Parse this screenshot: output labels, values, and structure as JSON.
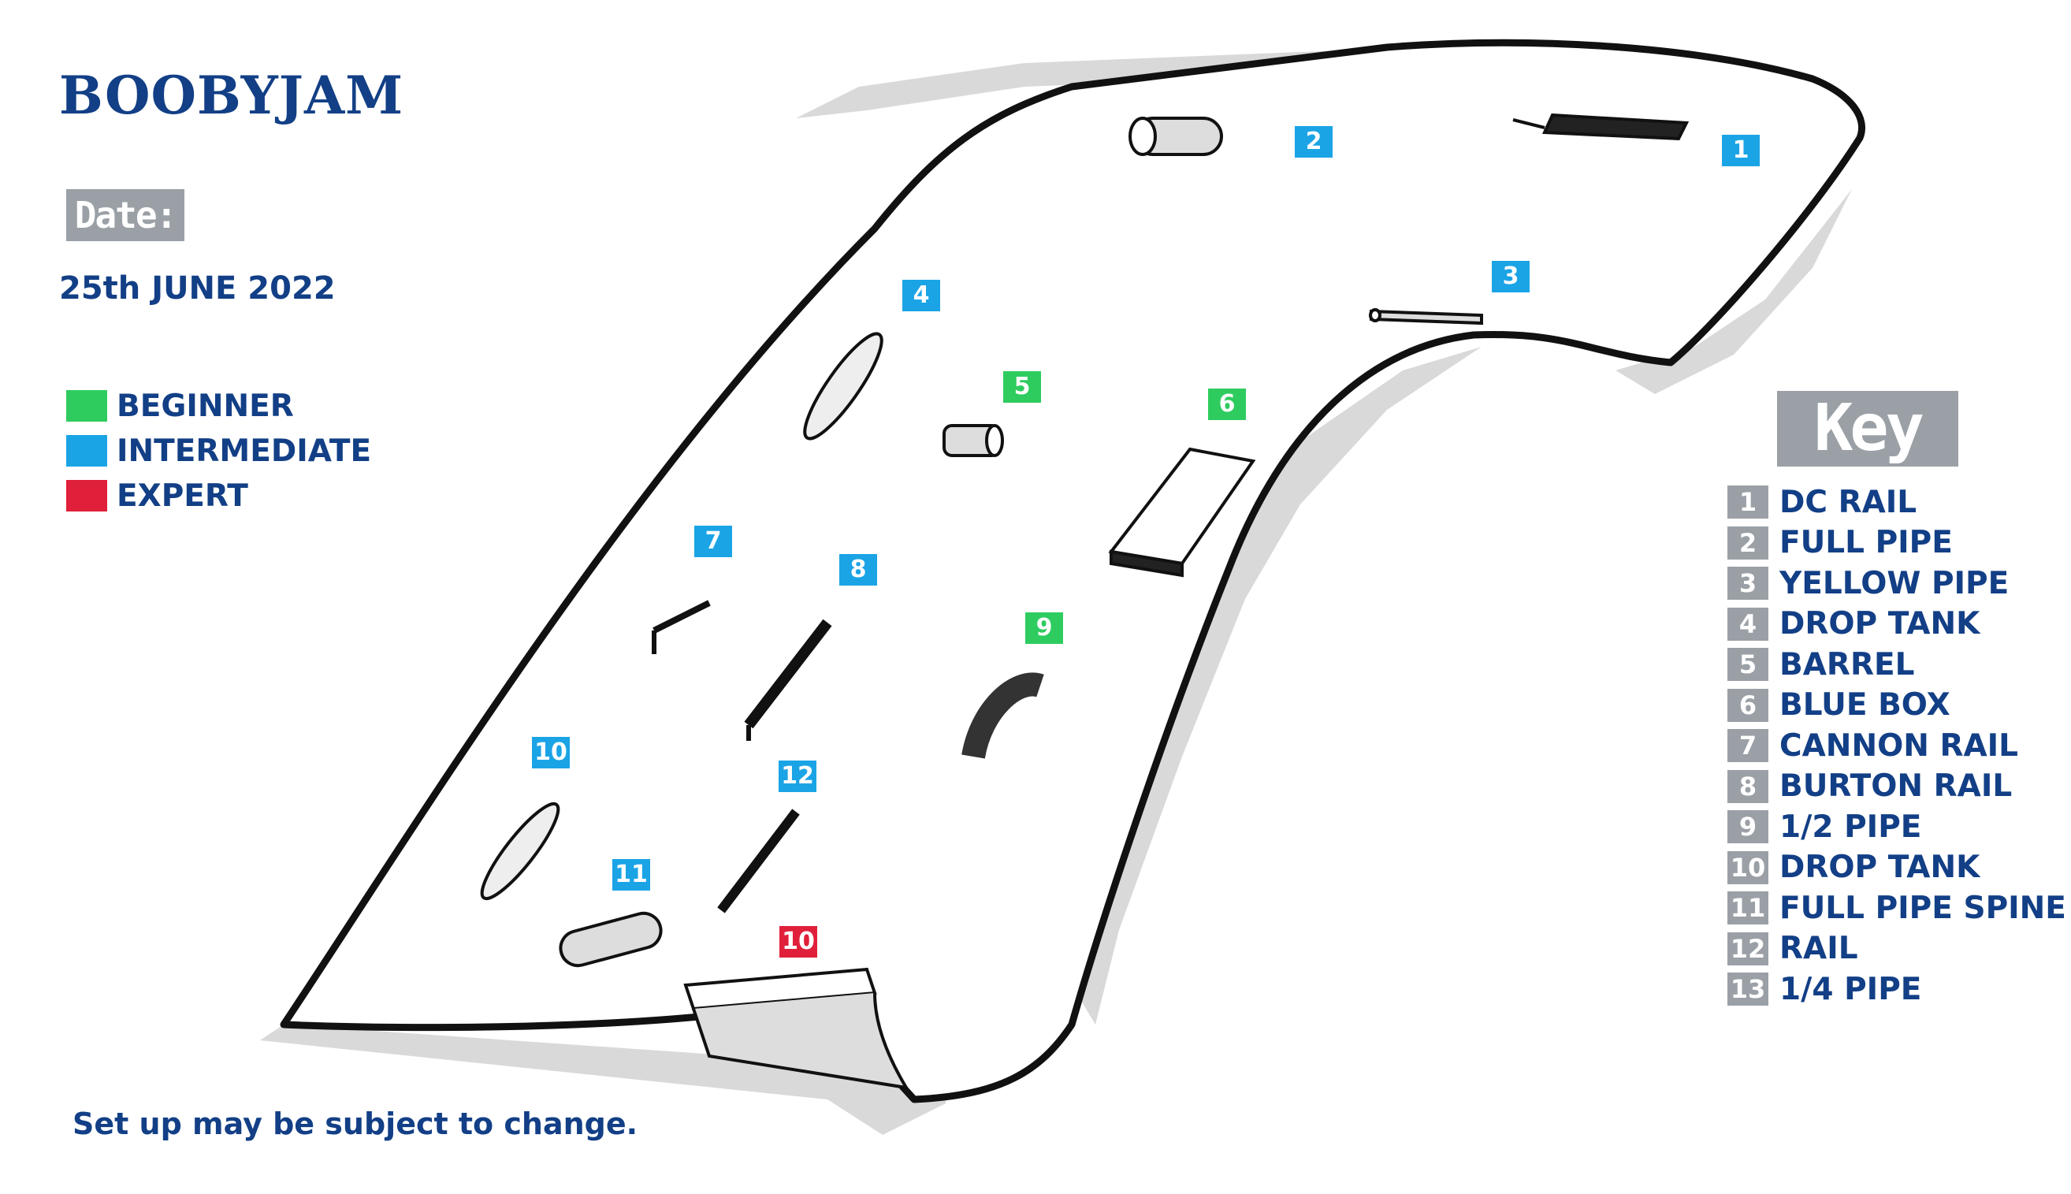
{
  "title": "BOOBYJAM",
  "date": {
    "label": "Date:",
    "value": "25th JUNE 2022"
  },
  "legend": [
    {
      "label": "BEGINNER",
      "color": "#2ecc5f"
    },
    {
      "label": "INTERMEDIATE",
      "color": "#1aa4e6"
    },
    {
      "label": "EXPERT",
      "color": "#e0203a"
    }
  ],
  "key": {
    "label": "Key",
    "items": [
      {
        "num": "1",
        "label": "DC RAIL"
      },
      {
        "num": "2",
        "label": "FULL PIPE"
      },
      {
        "num": "3",
        "label": "YELLOW PIPE"
      },
      {
        "num": "4",
        "label": "DROP TANK"
      },
      {
        "num": "5",
        "label": "BARREL"
      },
      {
        "num": "6",
        "label": "BLUE BOX"
      },
      {
        "num": "7",
        "label": "CANNON RAIL"
      },
      {
        "num": "8",
        "label": "BURTON RAIL"
      },
      {
        "num": "9",
        "label": "1/2 PIPE"
      },
      {
        "num": "10",
        "label": "DROP TANK"
      },
      {
        "num": "11",
        "label": "FULL PIPE SPINE"
      },
      {
        "num": "12",
        "label": "RAIL"
      },
      {
        "num": "13",
        "label": "1/4 PIPE"
      }
    ]
  },
  "markers": [
    {
      "num": "1",
      "level": "intermediate",
      "color": "#1aa4e6",
      "icon": "rail-icon"
    },
    {
      "num": "2",
      "level": "intermediate",
      "color": "#1aa4e6",
      "icon": "pipe-icon"
    },
    {
      "num": "3",
      "level": "intermediate",
      "color": "#1aa4e6",
      "icon": "pipe-icon"
    },
    {
      "num": "4",
      "level": "intermediate",
      "color": "#1aa4e6",
      "icon": "drop-tank-icon"
    },
    {
      "num": "5",
      "level": "beginner",
      "color": "#2ecc5f",
      "icon": "barrel-icon"
    },
    {
      "num": "6",
      "level": "beginner",
      "color": "#2ecc5f",
      "icon": "box-icon"
    },
    {
      "num": "7",
      "level": "intermediate",
      "color": "#1aa4e6",
      "icon": "rail-icon"
    },
    {
      "num": "8",
      "level": "intermediate",
      "color": "#1aa4e6",
      "icon": "rail-icon"
    },
    {
      "num": "9",
      "level": "beginner",
      "color": "#2ecc5f",
      "icon": "half-pipe-icon"
    },
    {
      "num": "10",
      "level": "intermediate",
      "color": "#1aa4e6",
      "icon": "drop-tank-icon"
    },
    {
      "num": "11",
      "level": "intermediate",
      "color": "#1aa4e6",
      "icon": "pipe-icon"
    },
    {
      "num": "12",
      "level": "intermediate",
      "color": "#1aa4e6",
      "icon": "rail-icon"
    },
    {
      "num": "10",
      "level": "expert",
      "color": "#e0203a",
      "icon": "quarter-pipe-icon"
    }
  ],
  "footnote": "Set up may be subject to change."
}
